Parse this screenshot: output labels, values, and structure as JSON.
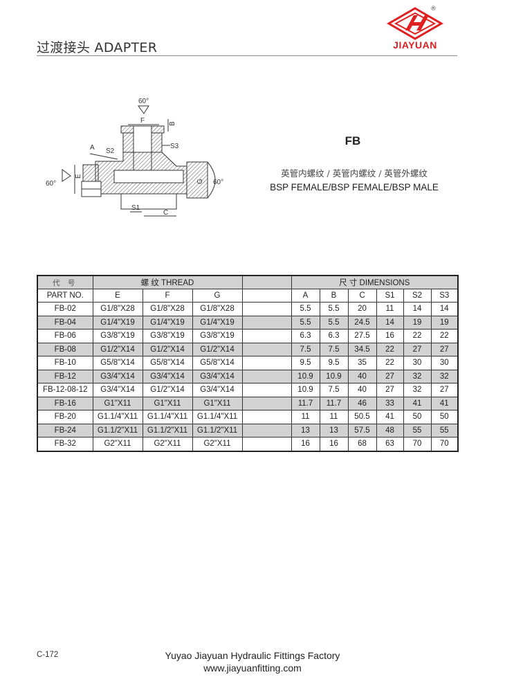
{
  "header": {
    "title": "过渡接头 ADAPTER",
    "brand": "JIAYUAN",
    "reg_mark": "®"
  },
  "drawing": {
    "labels": {
      "angle_top": "60°",
      "angle_left": "60°",
      "angle_right": "60°",
      "F": "F",
      "B": "B",
      "S3": "S3",
      "A": "A",
      "S2": "S2",
      "E": "E",
      "G": "G",
      "S1": "S1",
      "C": "C"
    }
  },
  "product": {
    "code": "FB",
    "desc_cn": "英管内螺纹 / 英管内螺纹 / 英管外螺纹",
    "desc_en": "BSP FEMALE/BSP FEMALE/BSP MALE"
  },
  "table": {
    "group_headers": {
      "code": "代 号",
      "thread": "螺 纹   THREAD",
      "dimensions": "尺 寸    DIMENSIONS"
    },
    "columns": [
      "PART NO.",
      "E",
      "F",
      "G",
      "",
      "A",
      "B",
      "C",
      "S1",
      "S2",
      "S3"
    ],
    "rows": [
      [
        "FB-02",
        "G1/8\"X28",
        "G1/8\"X28",
        "G1/8\"X28",
        "",
        "5.5",
        "5.5",
        "20",
        "11",
        "14",
        "14"
      ],
      [
        "FB-04",
        "G1/4\"X19",
        "G1/4\"X19",
        "G1/4\"X19",
        "",
        "5.5",
        "5.5",
        "24.5",
        "14",
        "19",
        "19"
      ],
      [
        "FB-06",
        "G3/8\"X19",
        "G3/8\"X19",
        "G3/8\"X19",
        "",
        "6.3",
        "6.3",
        "27.5",
        "16",
        "22",
        "22"
      ],
      [
        "FB-08",
        "G1/2\"X14",
        "G1/2\"X14",
        "G1/2\"X14",
        "",
        "7.5",
        "7.5",
        "34.5",
        "22",
        "27",
        "27"
      ],
      [
        "FB-10",
        "G5/8\"X14",
        "G5/8\"X14",
        "G5/8\"X14",
        "",
        "9.5",
        "9.5",
        "35",
        "22",
        "30",
        "30"
      ],
      [
        "FB-12",
        "G3/4\"X14",
        "G3/4\"X14",
        "G3/4\"X14",
        "",
        "10.9",
        "10.9",
        "40",
        "27",
        "32",
        "32"
      ],
      [
        "FB-12-08-12",
        "G3/4\"X14",
        "G1/2\"X14",
        "G3/4\"X14",
        "",
        "10.9",
        "7.5",
        "40",
        "27",
        "32",
        "27"
      ],
      [
        "FB-16",
        "G1\"X11",
        "G1\"X11",
        "G1\"X11",
        "",
        "11.7",
        "11.7",
        "46",
        "33",
        "41",
        "41"
      ],
      [
        "FB-20",
        "G1.1/4\"X11",
        "G1.1/4\"X11",
        "G1.1/4\"X11",
        "",
        "11",
        "11",
        "50.5",
        "41",
        "50",
        "50"
      ],
      [
        "FB-24",
        "G1.1/2\"X11",
        "G1.1/2\"X11",
        "G1.1/2\"X11",
        "",
        "13",
        "13",
        "57.5",
        "48",
        "55",
        "55"
      ],
      [
        "FB-32",
        "G2\"X11",
        "G2\"X11",
        "G2\"X11",
        "",
        "16",
        "16",
        "68",
        "63",
        "70",
        "70"
      ]
    ]
  },
  "footer": {
    "page": "C-172",
    "company": "Yuyao Jiayuan Hydraulic Fittings Factory",
    "url": "www.jiayuanfitting.com"
  },
  "colors": {
    "brand_red": "#e02020",
    "header_gray": "#d2d2d2"
  }
}
